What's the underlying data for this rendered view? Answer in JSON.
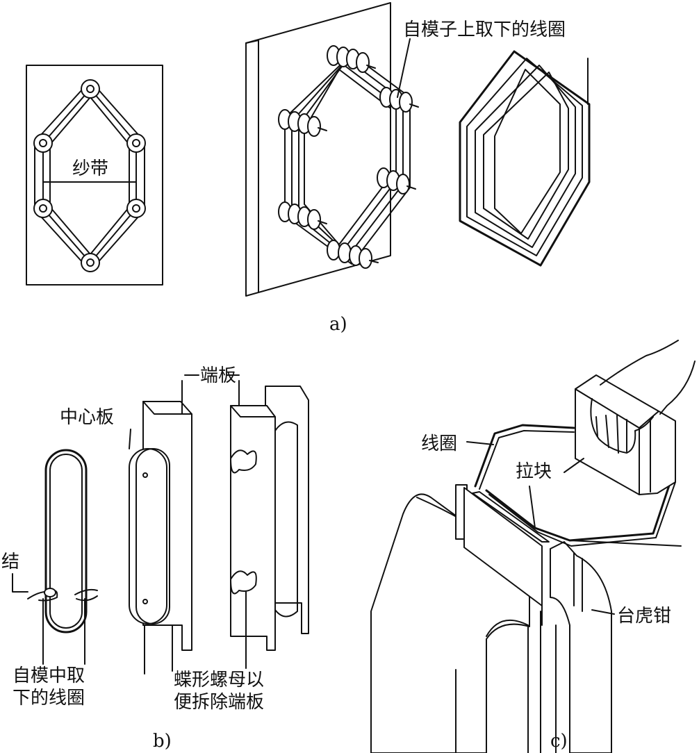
{
  "panel_a": {
    "caption": "a)",
    "yarn_tape_label": "纱带",
    "removed_coil_label": "自模子上取下的线圈"
  },
  "panel_b": {
    "caption": "b)",
    "end_plate_label": "端板",
    "center_plate_label": "中心板",
    "knot_label": "结",
    "removed_coil_label_line1": "自模中取",
    "removed_coil_label_line2": "下的线圈",
    "wing_nut_label_line1": "蝶形螺母以",
    "wing_nut_label_line2": "便拆除端板"
  },
  "panel_c": {
    "caption": "c)",
    "coil_label": "线圈",
    "pull_block_label": "拉块",
    "vise_label": "台虎钳"
  }
}
